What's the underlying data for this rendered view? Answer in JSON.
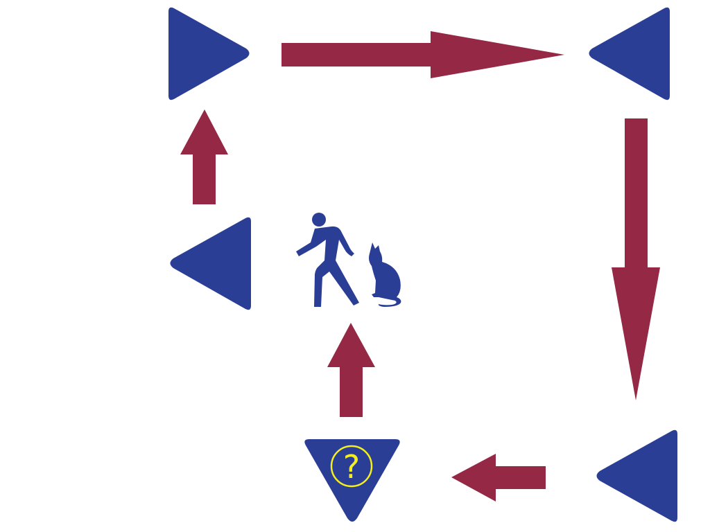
{
  "colors": {
    "background": "#ffffff",
    "triangle": "#2b3e96",
    "arrow": "#952845",
    "question_mark": "#f4ee1f"
  },
  "nodes": [
    {
      "id": "top-left",
      "shape": "triangle-right"
    },
    {
      "id": "top-right",
      "shape": "triangle-left"
    },
    {
      "id": "middle-left",
      "shape": "triangle-left"
    },
    {
      "id": "bottom-right",
      "shape": "triangle-left"
    },
    {
      "id": "bottom-middle",
      "shape": "triangle-down",
      "symbol": "question-mark-circle-icon"
    },
    {
      "id": "center",
      "shape": "pictogram",
      "symbol": "person-walking-with-cat-icon"
    }
  ],
  "arrows": [
    {
      "from": "top-left",
      "to": "top-right",
      "direction": "right"
    },
    {
      "from": "top-right",
      "to": "bottom-right",
      "direction": "down"
    },
    {
      "from": "bottom-right",
      "to": "bottom-middle",
      "direction": "left"
    },
    {
      "from": "bottom-middle",
      "to": "center",
      "direction": "up"
    },
    {
      "from": "middle-left",
      "to": "top-left",
      "direction": "up"
    }
  ],
  "labels": {
    "question_mark": "?"
  }
}
